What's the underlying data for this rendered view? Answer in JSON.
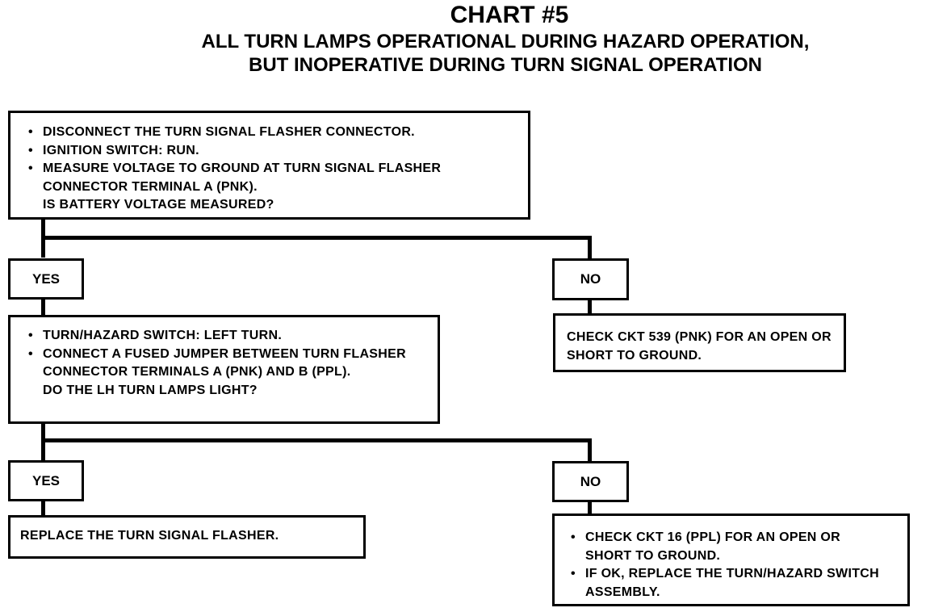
{
  "title": "CHART #5",
  "subtitle_lines": [
    "ALL TURN LAMPS OPERATIONAL DURING HAZARD OPERATION,",
    "BUT INOPERATIVE DURING TURN SIGNAL OPERATION"
  ],
  "step1": {
    "bullets": [
      "DISCONNECT THE TURN SIGNAL FLASHER CONNECTOR.",
      "IGNITION SWITCH: RUN.",
      "MEASURE VOLTAGE TO GROUND AT TURN SIGNAL FLASHER CONNECTOR TERMINAL A (PNK)."
    ],
    "question": "IS BATTERY VOLTAGE MEASURED?"
  },
  "step1_yes_label": "YES",
  "step1_no_label": "NO",
  "step1_no_result": "CHECK CKT 539 (PNK) FOR AN OPEN OR SHORT TO GROUND.",
  "step2": {
    "bullets": [
      "TURN/HAZARD SWITCH: LEFT TURN.",
      "CONNECT A FUSED JUMPER BETWEEN TURN FLASHER CONNECTOR TERMINALS A (PNK) AND B (PPL)."
    ],
    "question": "DO THE LH TURN LAMPS LIGHT?"
  },
  "step2_yes_label": "YES",
  "step2_no_label": "NO",
  "step2_yes_result": "REPLACE THE TURN SIGNAL FLASHER.",
  "step2_no_result": {
    "bullets": [
      "CHECK CKT 16 (PPL) FOR AN OPEN OR SHORT TO GROUND.",
      "IF OK, REPLACE THE TURN/HAZARD SWITCH ASSEMBLY."
    ]
  }
}
